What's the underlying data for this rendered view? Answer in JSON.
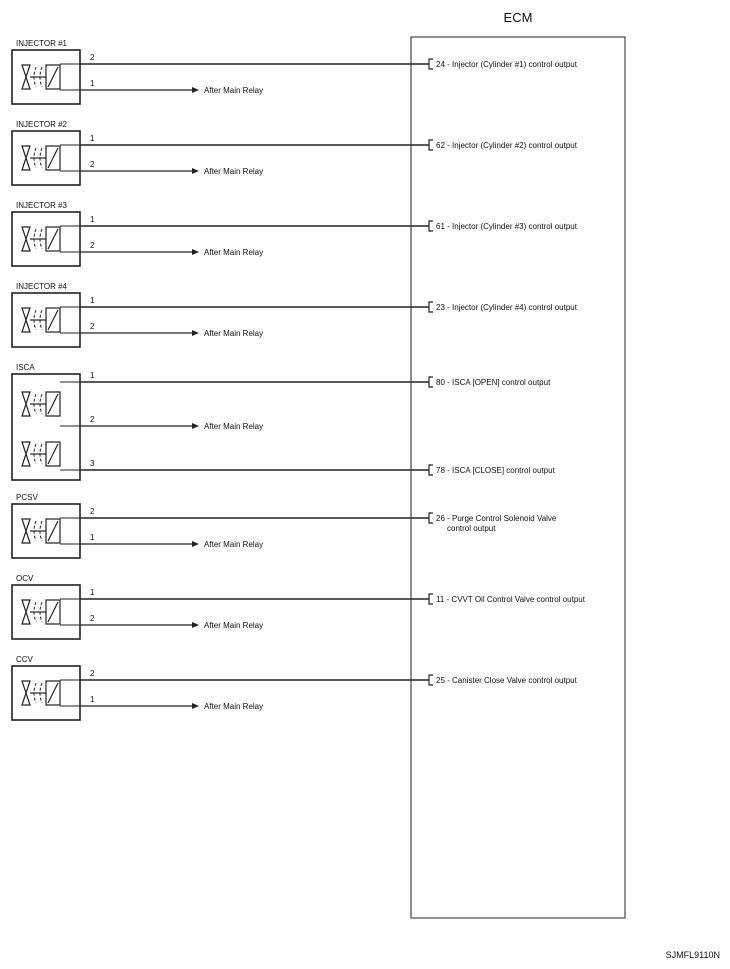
{
  "ecm": {
    "title": "ECM"
  },
  "figure_code": "SJMFL9110N",
  "after_main_relay": "After Main Relay",
  "components": [
    {
      "name": "INJECTOR #1",
      "coils": 1,
      "wires": [
        {
          "pin": "2",
          "to": "ecm",
          "ecm_pin": "24",
          "desc": "Injector (Cylinder #1) control output",
          "desc2": ""
        },
        {
          "pin": "1",
          "to": "relay"
        }
      ]
    },
    {
      "name": "INJECTOR #2",
      "coils": 1,
      "wires": [
        {
          "pin": "1",
          "to": "ecm",
          "ecm_pin": "62",
          "desc": "Injector (Cylinder #2) control output",
          "desc2": ""
        },
        {
          "pin": "2",
          "to": "relay"
        }
      ]
    },
    {
      "name": "INJECTOR #3",
      "coils": 1,
      "wires": [
        {
          "pin": "1",
          "to": "ecm",
          "ecm_pin": "61",
          "desc": "Injector (Cylinder #3) control output",
          "desc2": ""
        },
        {
          "pin": "2",
          "to": "relay"
        }
      ]
    },
    {
      "name": "INJECTOR #4",
      "coils": 1,
      "wires": [
        {
          "pin": "1",
          "to": "ecm",
          "ecm_pin": "23",
          "desc": "Injector (Cylinder #4) control output",
          "desc2": ""
        },
        {
          "pin": "2",
          "to": "relay"
        }
      ]
    },
    {
      "name": "ISCA",
      "coils": 2,
      "wires": [
        {
          "pin": "1",
          "to": "ecm",
          "ecm_pin": "80",
          "desc": "ISCA [OPEN] control output",
          "desc2": ""
        },
        {
          "pin": "2",
          "to": "relay"
        },
        {
          "pin": "3",
          "to": "ecm",
          "ecm_pin": "78",
          "desc": "ISCA [CLOSE] control output",
          "desc2": ""
        }
      ]
    },
    {
      "name": "PCSV",
      "coils": 1,
      "wires": [
        {
          "pin": "2",
          "to": "ecm",
          "ecm_pin": "26",
          "desc": "Purge Control Solenoid Valve",
          "desc2": "control output"
        },
        {
          "pin": "1",
          "to": "relay"
        }
      ]
    },
    {
      "name": "OCV",
      "coils": 1,
      "wires": [
        {
          "pin": "1",
          "to": "ecm",
          "ecm_pin": "11",
          "desc": "CVVT Oil Control Valve control output",
          "desc2": ""
        },
        {
          "pin": "2",
          "to": "relay"
        }
      ]
    },
    {
      "name": "CCV",
      "coils": 1,
      "wires": [
        {
          "pin": "2",
          "to": "ecm",
          "ecm_pin": "25",
          "desc": "Canister Close Valve control output",
          "desc2": ""
        },
        {
          "pin": "1",
          "to": "relay"
        }
      ]
    }
  ]
}
